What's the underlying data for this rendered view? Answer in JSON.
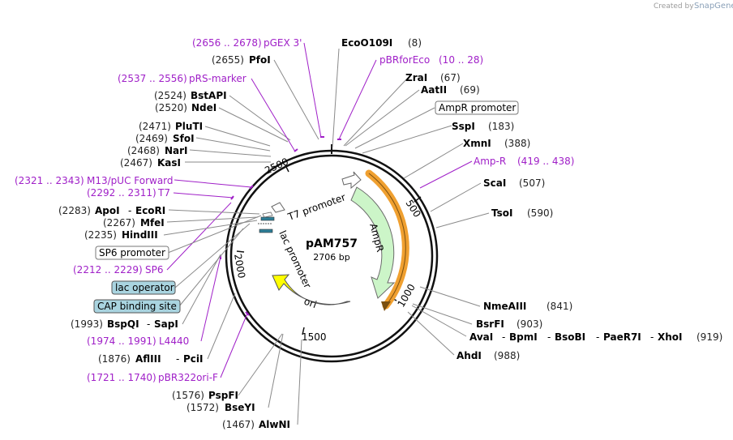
{
  "credit": {
    "created_by": "Created by",
    "brand": "SnapGene"
  },
  "plasmid": {
    "name": "pAM757",
    "length": "2706 bp"
  },
  "ticks": [
    "500",
    "1000",
    "1500",
    "2000",
    "2500"
  ],
  "features": {
    "ampr": "AmpR",
    "ori": "ori",
    "lac_promoter": "lac promoter",
    "t7_promoter": "T7 promoter"
  },
  "labels": [
    {
      "id": "ecoo109i",
      "name": "EcoO109I",
      "pos": "(8)"
    },
    {
      "id": "pbrforeco",
      "name": "pBRforEco",
      "pos": "(10 .. 28)"
    },
    {
      "id": "zrai",
      "name": "ZraI",
      "pos": "(67)"
    },
    {
      "id": "aatii",
      "name": "AatII",
      "pos": "(69)"
    },
    {
      "id": "ampr-promoter",
      "name": "AmpR promoter"
    },
    {
      "id": "sspi",
      "name": "SspI",
      "pos": "(183)"
    },
    {
      "id": "xmni",
      "name": "XmnI",
      "pos": "(388)"
    },
    {
      "id": "amp-r",
      "name": "Amp-R",
      "pos": "(419 .. 438)"
    },
    {
      "id": "scai",
      "name": "ScaI",
      "pos": "(507)"
    },
    {
      "id": "tsoi",
      "name": "TsoI",
      "pos": "(590)"
    },
    {
      "id": "nmeaiii",
      "name": "NmeAIII",
      "pos": "(841)"
    },
    {
      "id": "bsrfi",
      "name": "BsrFI",
      "pos": "(903)"
    },
    {
      "id": "avai-group",
      "name": "AvaI",
      "extra": [
        "BpmI",
        "BsoBI",
        "PaeR7I",
        "XhoI"
      ],
      "pos": "(919)"
    },
    {
      "id": "ahdi",
      "name": "AhdI",
      "pos": "(988)"
    },
    {
      "id": "alwni",
      "name": "AlwNI",
      "pos": "(1467)"
    },
    {
      "id": "bseyi",
      "name": "BseYI",
      "pos": "(1572)"
    },
    {
      "id": "pspfi",
      "name": "PspFI",
      "pos": "(1576)"
    },
    {
      "id": "pbr322ori-f",
      "name": "pBR322ori-F",
      "pos": "(1721 .. 1740)"
    },
    {
      "id": "afliii",
      "name": "AflIII",
      "extra": [
        "PciI"
      ],
      "pos": "(1876)"
    },
    {
      "id": "l4440",
      "name": "L4440",
      "pos": "(1974 .. 1991)"
    },
    {
      "id": "bspqi",
      "name": "BspQI",
      "extra": [
        "SapI"
      ],
      "pos": "(1993)"
    },
    {
      "id": "cap-binding-site",
      "name": "CAP binding site"
    },
    {
      "id": "lac-operator",
      "name": "lac operator"
    },
    {
      "id": "sp6",
      "name": "SP6",
      "pos": "(2212 .. 2229)"
    },
    {
      "id": "sp6-promoter",
      "name": "SP6 promoter"
    },
    {
      "id": "hindiii",
      "name": "HindIII",
      "pos": "(2235)"
    },
    {
      "id": "mfei",
      "name": "MfeI",
      "pos": "(2267)"
    },
    {
      "id": "apoi",
      "name": "ApoI",
      "extra": [
        "EcoRI"
      ],
      "pos": "(2283)"
    },
    {
      "id": "t7",
      "name": "T7",
      "pos": "(2292 .. 2311)"
    },
    {
      "id": "m13-puc-forward",
      "name": "M13/pUC Forward",
      "pos": "(2321 .. 2343)"
    },
    {
      "id": "kasi",
      "name": "KasI",
      "pos": "(2467)"
    },
    {
      "id": "nari",
      "name": "NarI",
      "pos": "(2468)"
    },
    {
      "id": "sfoi",
      "name": "SfoI",
      "pos": "(2469)"
    },
    {
      "id": "plutI",
      "name": "PluTI",
      "pos": "(2471)"
    },
    {
      "id": "ndei",
      "name": "NdeI",
      "pos": "(2520)"
    },
    {
      "id": "bstapi",
      "name": "BstAPI",
      "pos": "(2524)"
    },
    {
      "id": "prs-marker",
      "name": "pRS-marker",
      "pos": "(2537 .. 2556)"
    },
    {
      "id": "pfoi",
      "name": "PfoI",
      "pos": "(2655)"
    },
    {
      "id": "pgex-3",
      "name": "pGEX 3'",
      "pos": "(2656 .. 2678)"
    }
  ]
}
